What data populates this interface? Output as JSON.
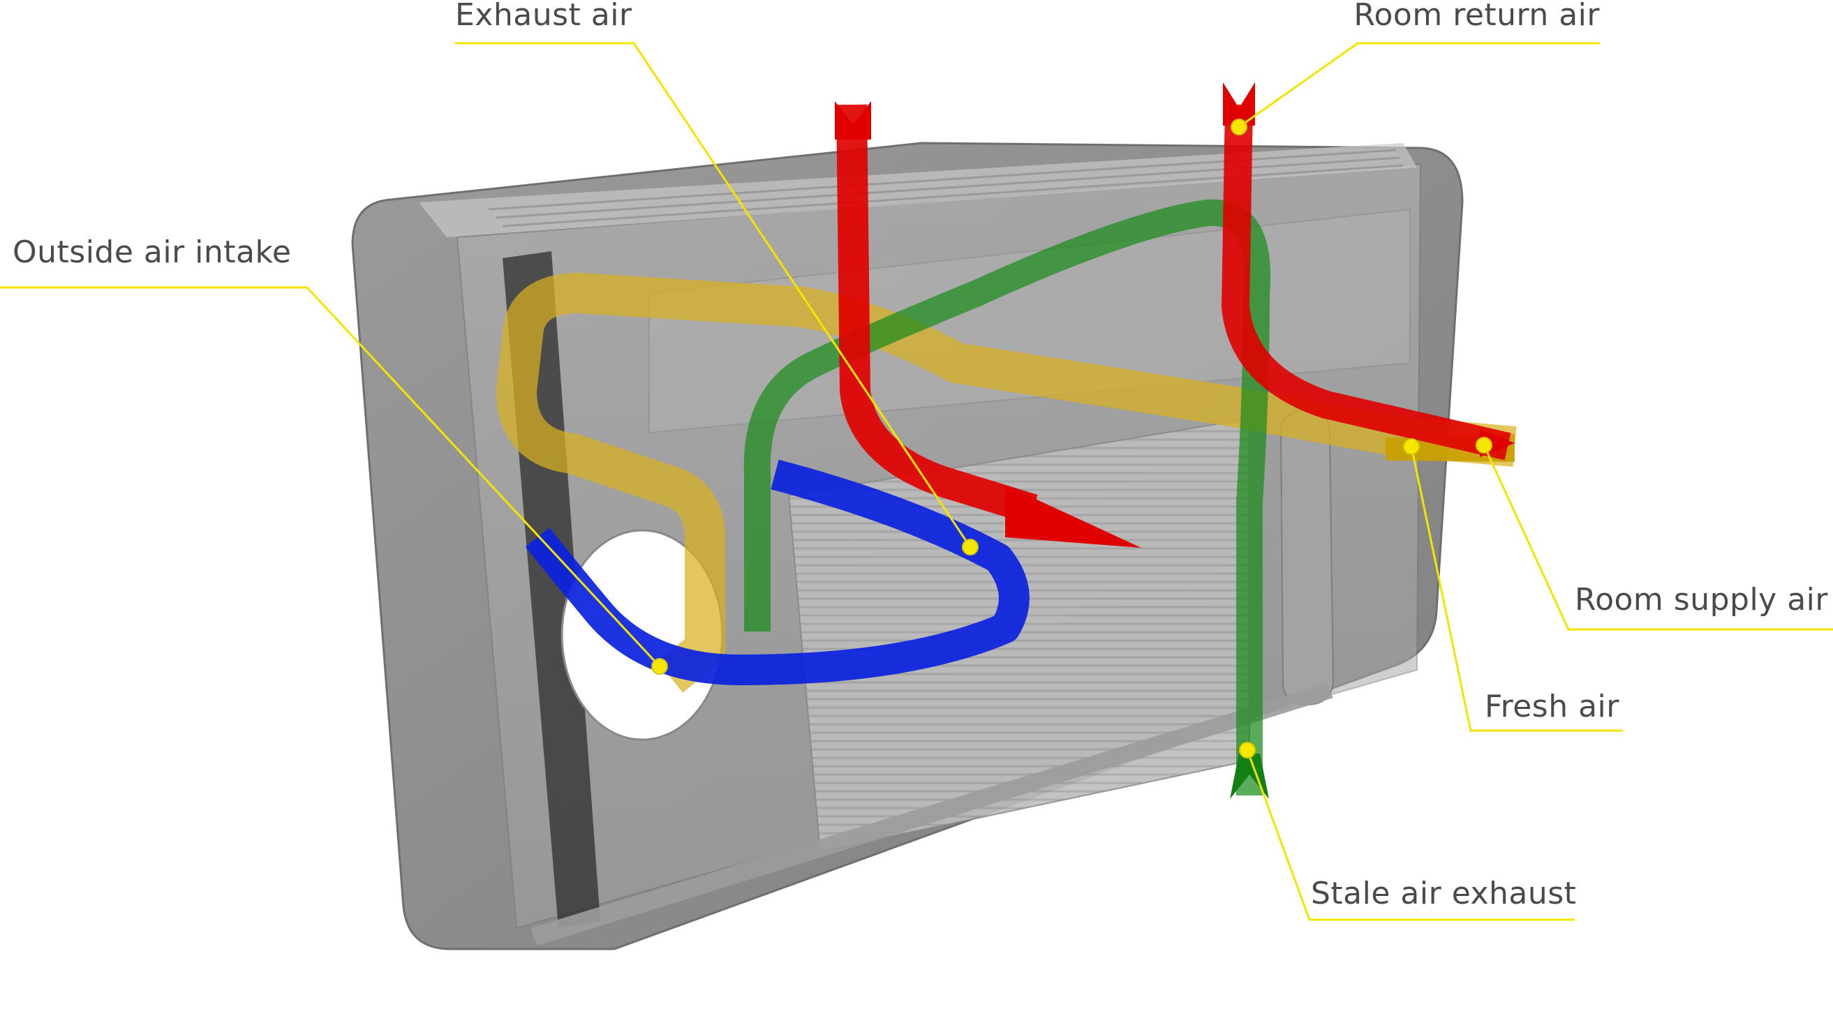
{
  "labels": {
    "exhaust_air": "Exhaust air",
    "room_return_air": "Room return air",
    "outside_air_intake": "Outside air intake",
    "room_supply_air": "Room supply air",
    "fresh_air": "Fresh air",
    "stale_air_exhaust": "Stale air exhaust"
  },
  "colors": {
    "callout_line": "#f2e600",
    "callout_dot": "#f7e600",
    "red_flow": "#e00000",
    "yellow_flow": "#d8b020",
    "green_flow": "#1a8a1a",
    "blue_flow": "#0a22e0",
    "housing": "#8e8e8e"
  }
}
